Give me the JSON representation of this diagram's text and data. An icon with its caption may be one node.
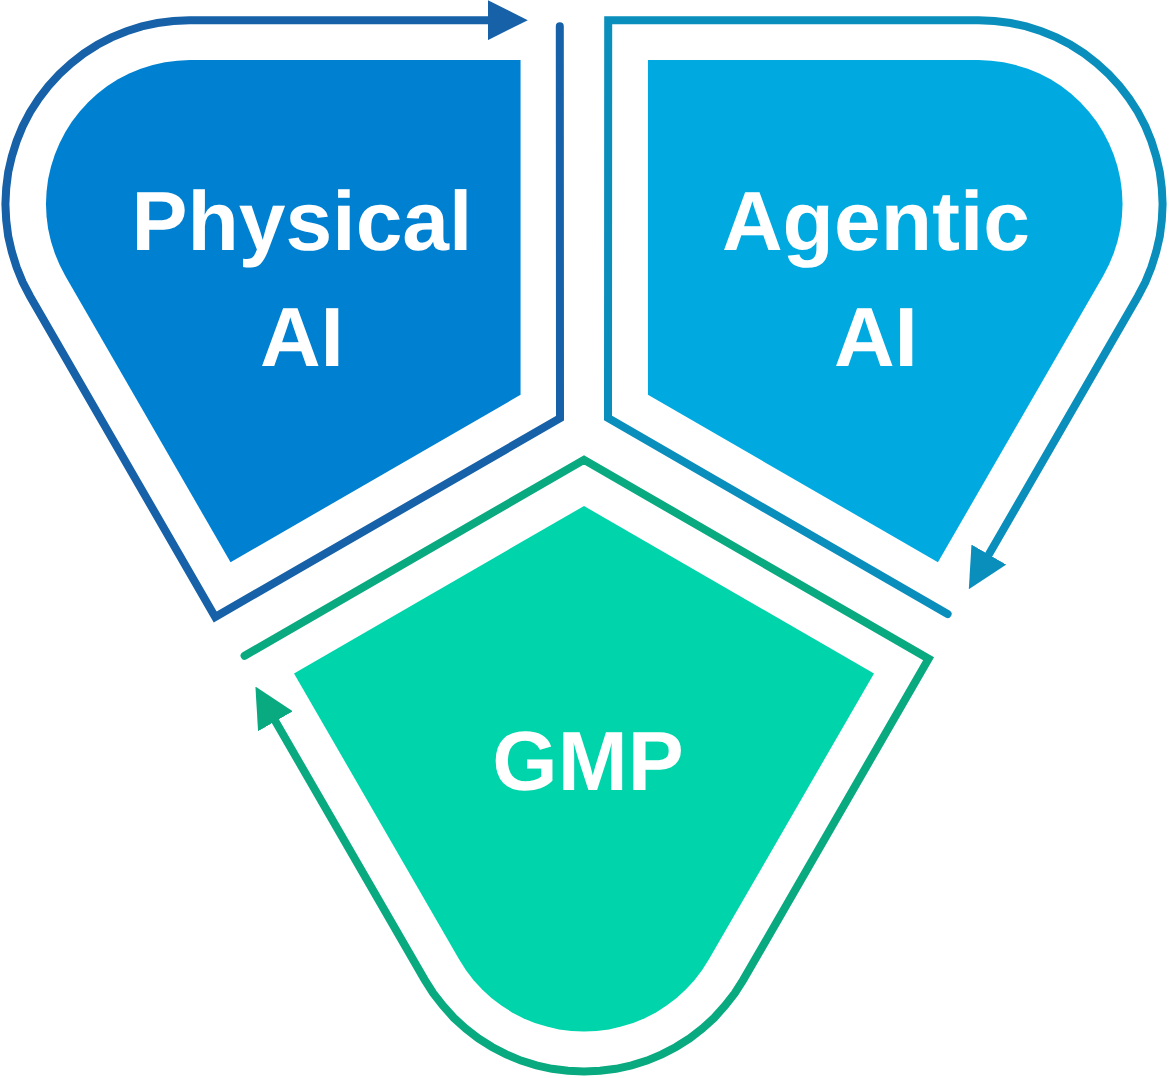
{
  "diagram": {
    "nodes": [
      {
        "text": [
          "Physical AI"
        ]
      },
      {
        "text": [
          "Agentic AI"
        ]
      },
      {
        "text": [
          "GMP"
        ]
      }
    ],
    "edges": [
      {
        "from": 0,
        "to": 0,
        "arrow": "to",
        "color": "#1661a8"
      },
      {
        "from": 1,
        "to": 1,
        "arrow": "to",
        "color": "#0a8fbd"
      },
      {
        "from": 2,
        "to": 2,
        "arrow": "to",
        "color": "#0aaa80"
      }
    ]
  }
}
